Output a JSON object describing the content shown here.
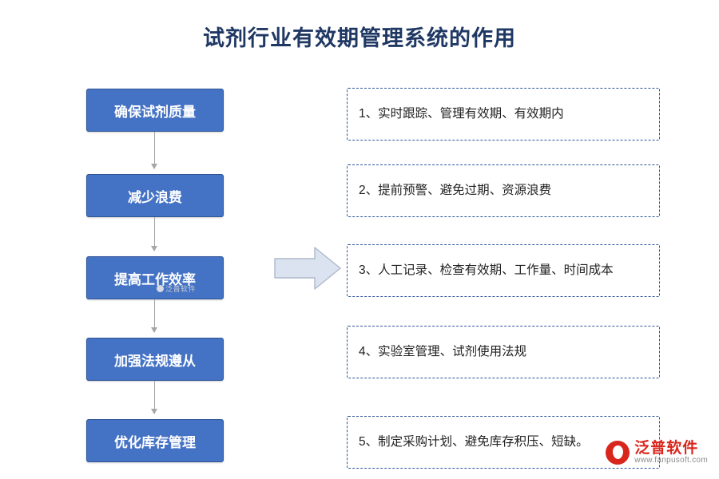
{
  "title": "试剂行业有效期管理系统的作用",
  "flow": {
    "boxes": [
      {
        "label": "确保试剂质量"
      },
      {
        "label": "减少浪费"
      },
      {
        "label": "提高工作效率"
      },
      {
        "label": "加强法规遵从"
      },
      {
        "label": "优化库存管理"
      }
    ],
    "box_color": "#4472C4",
    "box_text_color": "#FFFFFF",
    "connector_color": "#A6A6A6"
  },
  "arrow": {
    "name": "right-arrow",
    "fill": "#DCE3F0",
    "stroke": "#AEB8CC"
  },
  "notes": {
    "border_color": "#2F5597",
    "items": [
      {
        "text": "1、实时跟踪、管理有效期、有效期内"
      },
      {
        "text": "2、提前预警、避免过期、资源浪费"
      },
      {
        "text": "3、人工记录、检查有效期、工作量、时间成本"
      },
      {
        "text": "4、实验室管理、试剂使用法规"
      },
      {
        "text": "5、制定采购计划、避免库存积压、短缺。"
      }
    ]
  },
  "watermarks": {
    "center_text": "泛普软件",
    "logo_name": "泛普软件",
    "logo_url": "www.fanpusoft.com"
  }
}
